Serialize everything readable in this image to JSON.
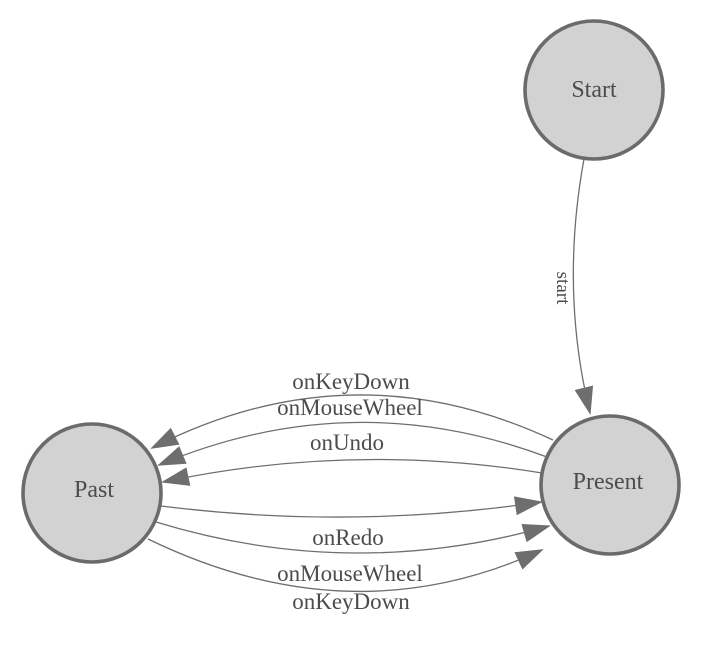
{
  "diagram": {
    "type": "state-machine",
    "colors": {
      "canvas_bg": "#ffffff",
      "node_fill": "#d2d2d2",
      "node_stroke": "#6b6b6b",
      "edge_stroke": "#6e6e6e",
      "label_text": "#4c4c4c"
    },
    "nodes": [
      {
        "id": "start",
        "label": "Start"
      },
      {
        "id": "present",
        "label": "Present"
      },
      {
        "id": "past",
        "label": "Past"
      }
    ],
    "edges": [
      {
        "from": "Start",
        "to": "Present",
        "label": "start"
      },
      {
        "from": "Present",
        "to": "Past",
        "label": "onKeyDown"
      },
      {
        "from": "Present",
        "to": "Past",
        "label": "onMouseWheel"
      },
      {
        "from": "Present",
        "to": "Past",
        "label": "onUndo"
      },
      {
        "from": "Past",
        "to": "Present",
        "label": "onRedo"
      },
      {
        "from": "Past",
        "to": "Present",
        "label": "onMouseWheel"
      },
      {
        "from": "Past",
        "to": "Present",
        "label": "onKeyDown"
      }
    ]
  }
}
